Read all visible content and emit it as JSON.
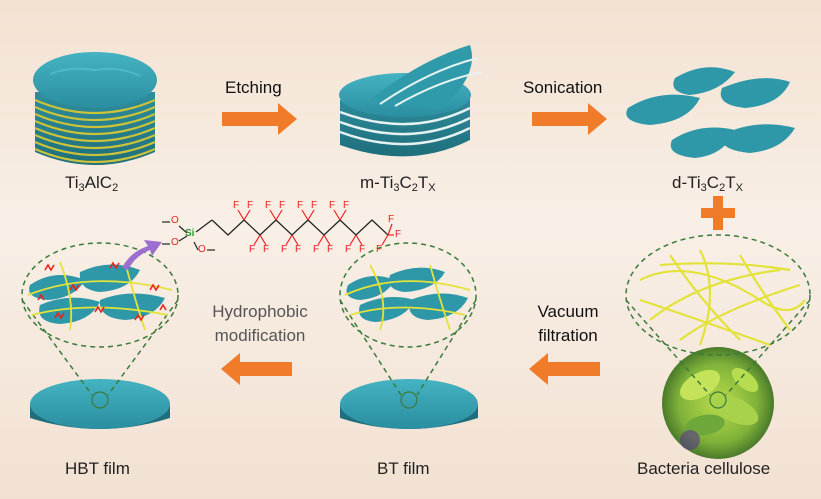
{
  "labels": {
    "ti3alc2": {
      "base": "Ti",
      "s1": "3",
      "mid": "AlC",
      "s2": "2"
    },
    "m_ti3c2tx": {
      "pre": "m-Ti",
      "s1": "3",
      "c": "C",
      "s2": "2",
      "t": "T",
      "s3": "X"
    },
    "d_ti3c2tx": {
      "pre": "d-Ti",
      "s1": "3",
      "c": "C",
      "s2": "2",
      "t": "T",
      "s3": "X"
    },
    "bacteria_cellulose": "Bacteria cellulose",
    "bt_film": "BT film",
    "hbt_film": "HBT film"
  },
  "steps": {
    "etching": "Etching",
    "sonication": "Sonication",
    "vacuum_1": "Vacuum",
    "vacuum_2": "filtration",
    "hydrophobic_1": "Hydrophobic",
    "hydrophobic_2": "modification"
  },
  "chemistry": {
    "oxygen": "O",
    "silicon": "Si",
    "fluorine": "F"
  },
  "colors": {
    "mxene": "#2e98a9",
    "mxene_dark": "#1d6f7e",
    "arrow": "#f07c2a",
    "fiber": "#e3e23a",
    "fluorine": "#e8231e",
    "silicon": "#2c9a2a",
    "bond": "#e8231e",
    "dash": "#3a7a3a"
  }
}
